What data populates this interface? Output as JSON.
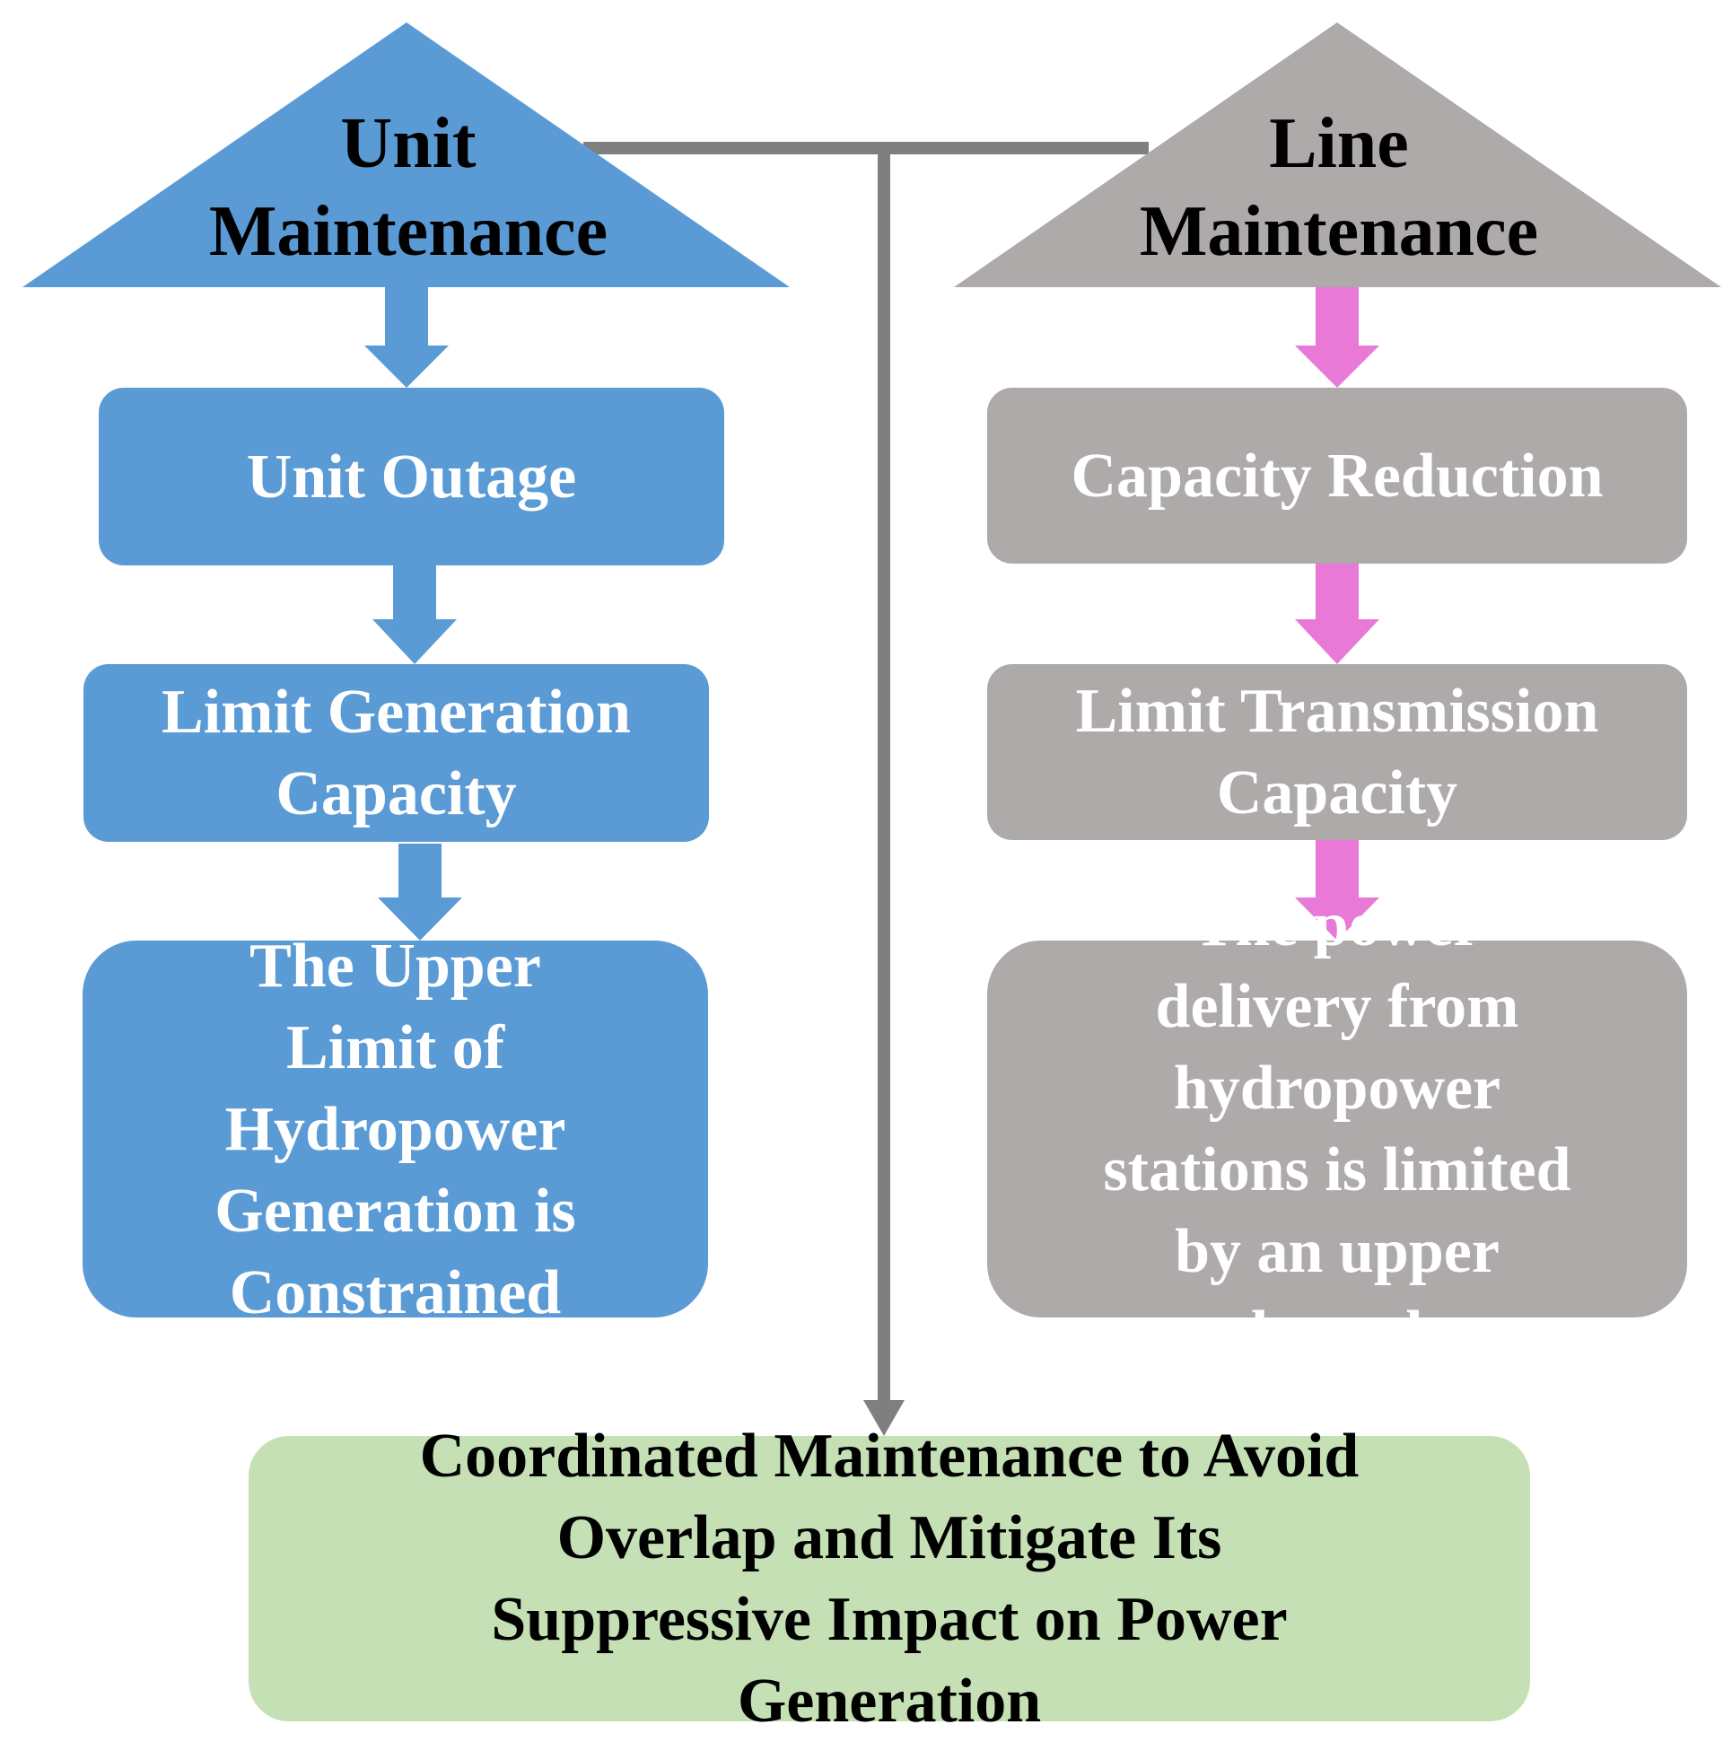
{
  "colors": {
    "unit_blue": "#5b9bd5",
    "line_gray": "#aeaaaa",
    "connector_gray": "#7f7f7f",
    "arrow_pink": "#e879d6",
    "result_green": "#c5e0b4"
  },
  "unit_branch": {
    "title": "Unit Maintenance",
    "steps": [
      "Unit Outage",
      "Limit Generation Capacity",
      "The Upper Limit of Hydropower Generation is Constrained"
    ]
  },
  "line_branch": {
    "title": "Line Maintenance",
    "steps": [
      "Capacity Reduction",
      "Limit Transmission Capacity",
      "The power delivery from hydropower stations is limited by an upper bound"
    ]
  },
  "result": {
    "text": "Coordinated Maintenance to Avoid Overlap and Mitigate Its Suppressive Impact on Power Generation"
  }
}
